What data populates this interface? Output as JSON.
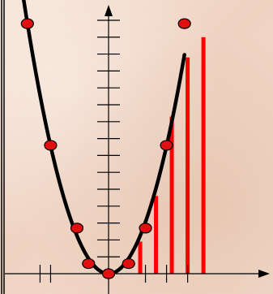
{
  "chart_data": {
    "type": "scatter",
    "title": "",
    "xlabel": "",
    "ylabel": "",
    "curve": {
      "kind": "parabola",
      "function": "y = x^2",
      "x_range": [
        -4.35,
        3.6
      ]
    },
    "points": [
      {
        "x": -3.85,
        "y": 14.8
      },
      {
        "x": -2.75,
        "y": 7.6
      },
      {
        "x": -1.5,
        "y": 2.7
      },
      {
        "x": -0.95,
        "y": 0.6
      },
      {
        "x": 0,
        "y": 0
      },
      {
        "x": 0.95,
        "y": 0.6
      },
      {
        "x": 1.75,
        "y": 2.7
      },
      {
        "x": 2.75,
        "y": 7.6
      },
      {
        "x": 3.6,
        "y": 14.8
      }
    ],
    "bars": [
      {
        "x": 1.5,
        "y": 1.9
      },
      {
        "x": 2.25,
        "y": 4.6
      },
      {
        "x": 3.0,
        "y": 9.3
      },
      {
        "x": 3.75,
        "y": 12.8
      },
      {
        "x": 4.5,
        "y": 14.0
      }
    ],
    "x_ticks": [
      -3.25,
      -2.75,
      1.75,
      2.75,
      3.75
    ],
    "y_ticks": [
      1,
      2,
      3,
      4,
      5,
      6,
      7,
      8,
      9,
      10,
      11,
      12,
      13,
      14,
      15
    ],
    "xlim": [
      -5.15,
      7.8
    ],
    "ylim": [
      -1.2,
      16.2
    ],
    "grid": false,
    "colors": {
      "curve": "#000000",
      "points": "#e01010",
      "bars": "#ff0000",
      "axes": "#000000"
    }
  }
}
